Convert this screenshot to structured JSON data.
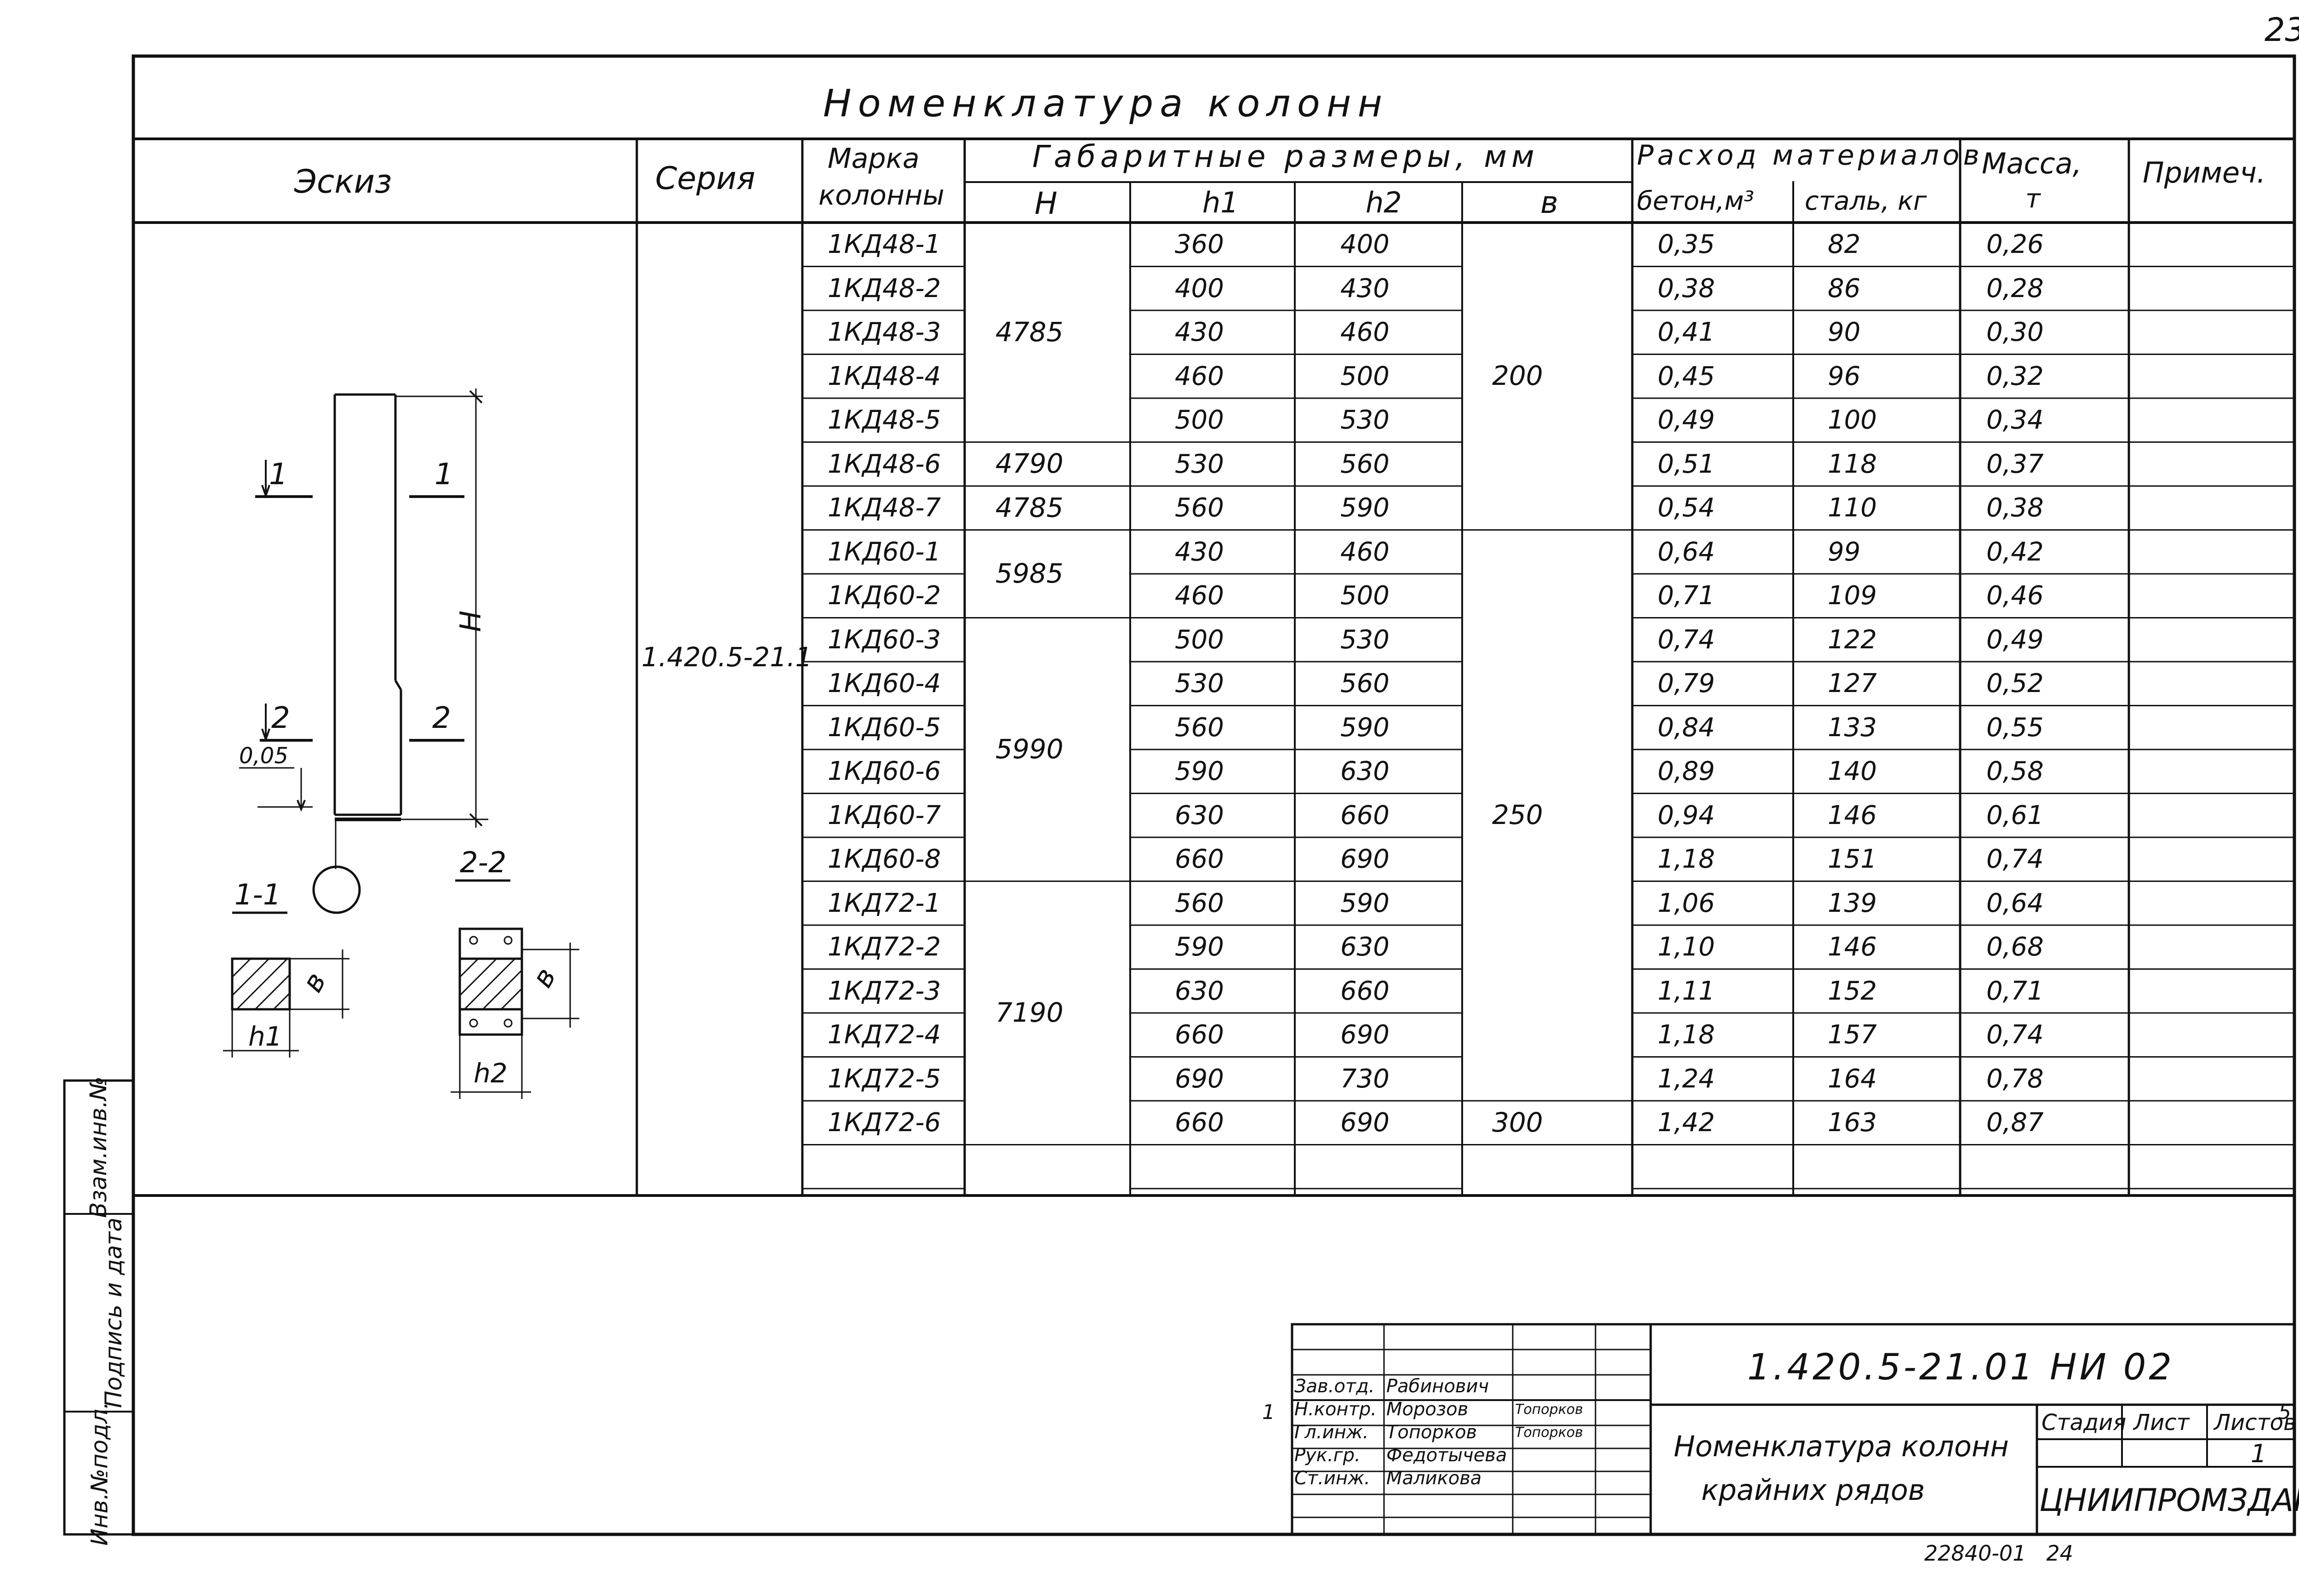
{
  "sheet_number": "23",
  "table_title": "Номенклатура колонн",
  "headers": {
    "sketch": "Эскиз",
    "series": "Серия",
    "mark": "Марка колонны",
    "mark_line1": "Марка",
    "mark_line2": "колонны",
    "dimensions": "Габаритные размеры, мм",
    "H": "H",
    "h1": "h1",
    "h2": "h2",
    "b": "в",
    "materials": "Расход материалов",
    "concrete": "бетон,м³",
    "steel": "сталь, кг",
    "mass_line1": "Масса,",
    "mass_line2": "т",
    "note": "Примеч."
  },
  "series_value": "1.420.5-21.1",
  "rows": [
    {
      "mark": "1КД48-1",
      "h1": "360",
      "h2": "400",
      "concrete": "0,35",
      "steel": "82",
      "mass": "0,26"
    },
    {
      "mark": "1КД48-2",
      "h1": "400",
      "h2": "430",
      "concrete": "0,38",
      "steel": "86",
      "mass": "0,28"
    },
    {
      "mark": "1КД48-3",
      "h1": "430",
      "h2": "460",
      "concrete": "0,41",
      "steel": "90",
      "mass": "0,30"
    },
    {
      "mark": "1КД48-4",
      "h1": "460",
      "h2": "500",
      "concrete": "0,45",
      "steel": "96",
      "mass": "0,32"
    },
    {
      "mark": "1КД48-5",
      "h1": "500",
      "h2": "530",
      "concrete": "0,49",
      "steel": "100",
      "mass": "0,34"
    },
    {
      "mark": "1КД48-6",
      "h1": "530",
      "h2": "560",
      "concrete": "0,51",
      "steel": "118",
      "mass": "0,37"
    },
    {
      "mark": "1КД48-7",
      "h1": "560",
      "h2": "590",
      "concrete": "0,54",
      "steel": "110",
      "mass": "0,38"
    },
    {
      "mark": "1КД60-1",
      "h1": "430",
      "h2": "460",
      "concrete": "0,64",
      "steel": "99",
      "mass": "0,42"
    },
    {
      "mark": "1КД60-2",
      "h1": "460",
      "h2": "500",
      "concrete": "0,71",
      "steel": "109",
      "mass": "0,46"
    },
    {
      "mark": "1КД60-3",
      "h1": "500",
      "h2": "530",
      "concrete": "0,74",
      "steel": "122",
      "mass": "0,49"
    },
    {
      "mark": "1КД60-4",
      "h1": "530",
      "h2": "560",
      "concrete": "0,79",
      "steel": "127",
      "mass": "0,52"
    },
    {
      "mark": "1КД60-5",
      "h1": "560",
      "h2": "590",
      "concrete": "0,84",
      "steel": "133",
      "mass": "0,55"
    },
    {
      "mark": "1КД60-6",
      "h1": "590",
      "h2": "630",
      "concrete": "0,89",
      "steel": "140",
      "mass": "0,58"
    },
    {
      "mark": "1КД60-7",
      "h1": "630",
      "h2": "660",
      "concrete": "0,94",
      "steel": "146",
      "mass": "0,61"
    },
    {
      "mark": "1КД60-8",
      "h1": "660",
      "h2": "690",
      "concrete": "1,18",
      "steel": "151",
      "mass": "0,74"
    },
    {
      "mark": "1КД72-1",
      "h1": "560",
      "h2": "590",
      "concrete": "1,06",
      "steel": "139",
      "mass": "0,64"
    },
    {
      "mark": "1КД72-2",
      "h1": "590",
      "h2": "630",
      "concrete": "1,10",
      "steel": "146",
      "mass": "0,68"
    },
    {
      "mark": "1КД72-3",
      "h1": "630",
      "h2": "660",
      "concrete": "1,11",
      "steel": "152",
      "mass": "0,71"
    },
    {
      "mark": "1КД72-4",
      "h1": "660",
      "h2": "690",
      "concrete": "1,18",
      "steel": "157",
      "mass": "0,74"
    },
    {
      "mark": "1КД72-5",
      "h1": "690",
      "h2": "730",
      "concrete": "1,24",
      "steel": "164",
      "mass": "0,78"
    },
    {
      "mark": "1КД72-6",
      "h1": "660",
      "h2": "690",
      "concrete": "1,42",
      "steel": "163",
      "mass": "0,87"
    }
  ],
  "H_groups": [
    {
      "value": "4785",
      "rows": [
        0,
        4
      ]
    },
    {
      "value": "4790",
      "rows": [
        5,
        5
      ]
    },
    {
      "value": "4785",
      "rows": [
        6,
        6
      ]
    },
    {
      "value": "5985",
      "rows": [
        7,
        8
      ]
    },
    {
      "value": "5990",
      "rows": [
        9,
        14
      ]
    },
    {
      "value": "7190",
      "rows": [
        15,
        20
      ]
    }
  ],
  "b_groups": [
    {
      "value": "200",
      "rows": [
        0,
        6
      ]
    },
    {
      "value": "250",
      "rows": [
        7,
        19
      ]
    },
    {
      "value": "300",
      "rows": [
        20,
        20
      ]
    }
  ],
  "sketch": {
    "section1": "1",
    "section2": "2",
    "section1_label": "1-1",
    "section2_label": "2-2",
    "offset": "0,05",
    "H": "H",
    "h1": "h1",
    "h2": "h2",
    "b": "в"
  },
  "stamp": {
    "doc_code": "1.420.5-21.01 НИ 02",
    "title_line1": "Номенклатура колонн",
    "title_line2": "крайних рядов",
    "stage": "Стадия",
    "sheet": "Лист",
    "sheets": "Листов",
    "sheets_value": "5",
    "sheet_value": "1",
    "org": "ЦНИИПРОМЗДАНИЙ",
    "change_no": "1",
    "people": [
      {
        "role": "Зав.отд.",
        "name": "Рабинович"
      },
      {
        "role": "Н.контр.",
        "name": "Морозов",
        "sign": "Топорков"
      },
      {
        "role": "Гл.инж.",
        "name": "Топорков",
        "sign": "Топорков"
      },
      {
        "role": "Рук.гр.",
        "name": "Федотычева"
      },
      {
        "role": "Ст.инж.",
        "name": "Маликова"
      }
    ]
  },
  "side_labels": {
    "inv_orig": "Инв.№подл.",
    "sign_date": "Подпись и дата",
    "replace_inv": "Взам.инв.№"
  },
  "footer": "22840-01   24"
}
